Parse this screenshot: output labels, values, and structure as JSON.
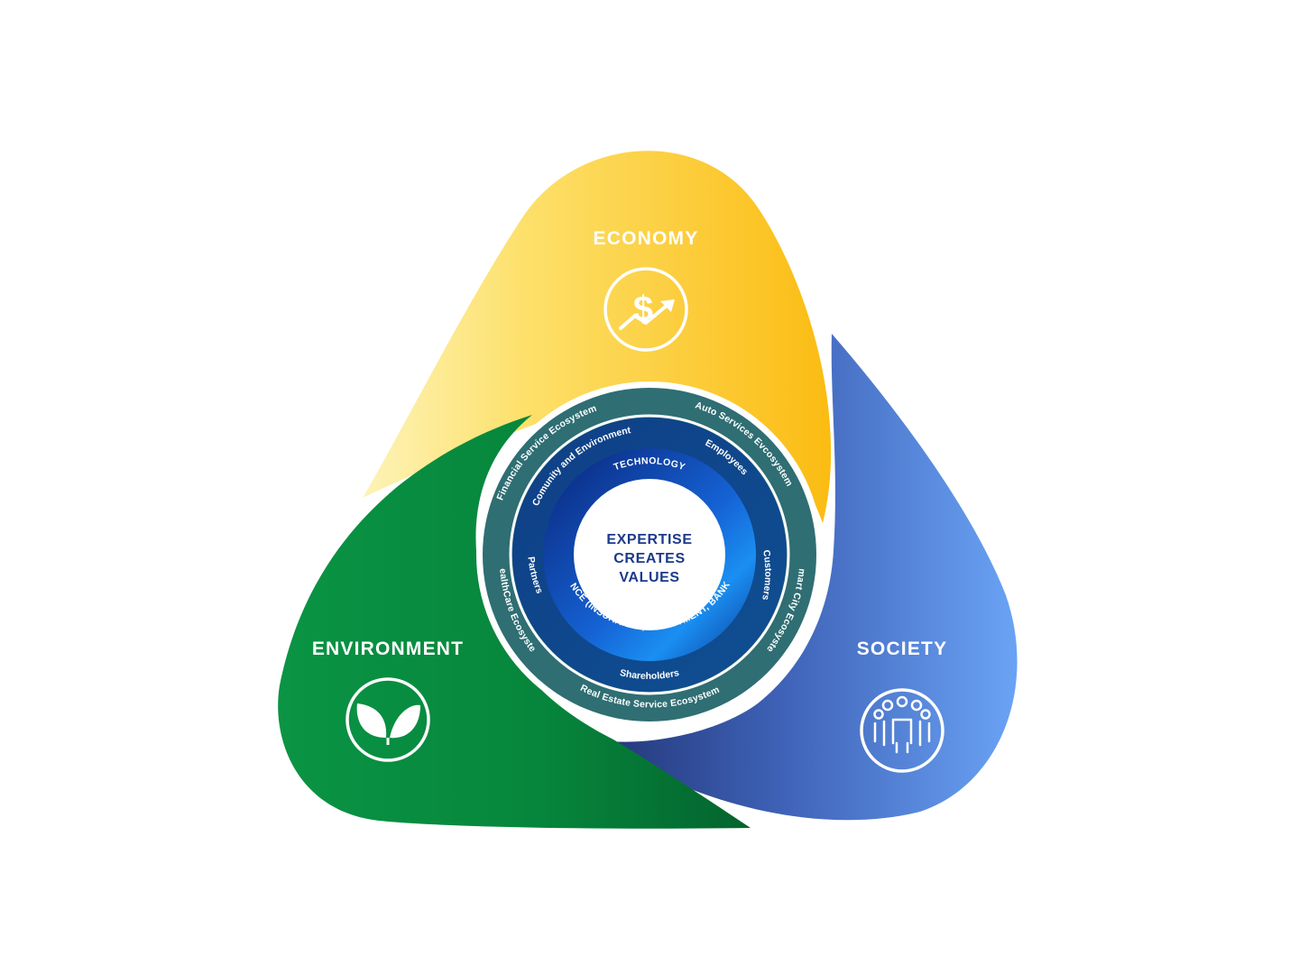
{
  "petals": {
    "economy": {
      "label": "ECONOMY",
      "icon": "dollar-growth-icon",
      "color": "#fbbf1a"
    },
    "environment": {
      "label": "ENVIRONMENT",
      "icon": "leaf-icon",
      "color": "#0a8a3f"
    },
    "society": {
      "label": "SOCIETY",
      "icon": "people-group-icon",
      "color": "#4a78d6"
    }
  },
  "outer_ring": {
    "color": "#2f6e73",
    "items": [
      "Financial Service Ecosystem",
      "Auto Services Evcosystem",
      "Smart City Ecosystem",
      "Real Estate Service Ecosystem",
      "HealthCare Ecosystem"
    ]
  },
  "middle_ring": {
    "color": "#114a8c",
    "items": [
      "Comunity and Environment",
      "Employees",
      "Customers",
      "Shareholders",
      "Partners"
    ]
  },
  "inner_ring": {
    "top": "TECHNOLOGY",
    "bottom": "FINANCE (INSURANCE, INVESTMENT, BANKING)"
  },
  "core": {
    "line1": "EXPERTISE",
    "line2": "CREATES",
    "line3": "VALUES"
  }
}
